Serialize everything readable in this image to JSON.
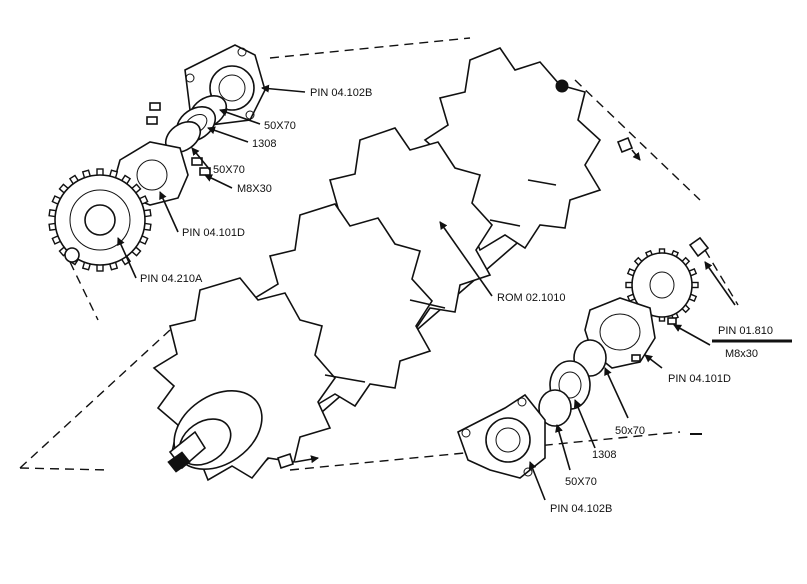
{
  "labels": {
    "top_bearing_housing": "PIN 04.102B",
    "top_seal_outer": "50X70",
    "top_bearing": "1308",
    "top_seal_inner": "50X70",
    "top_bolt": "M8X30",
    "top_cover": "PIN 04.101D",
    "sprocket": "PIN 04.210A",
    "rotor": "ROM 02.1010",
    "right_sprocket": "PIN 01.810",
    "right_bolt": "M8x30",
    "right_cover": "PIN 04.101D",
    "right_seal_outer": "50x70",
    "right_bearing": "1308",
    "right_seal_inner": "50X70",
    "right_bearing_housing": "PIN 04.102B"
  },
  "colors": {
    "ink": "#111111",
    "paper": "#ffffff"
  }
}
